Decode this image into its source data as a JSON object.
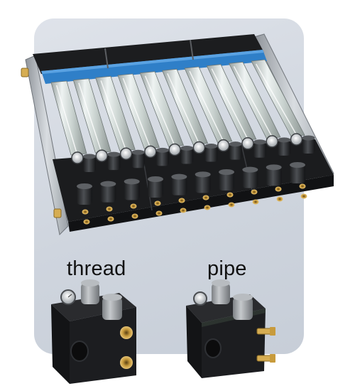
{
  "labels": {
    "thread": "thread",
    "pipe": "pipe"
  },
  "colors": {
    "panel": "#d2d8e0",
    "body_black": "#1b1c1e",
    "tube_blue": "#2f7fc8",
    "knob_gray": "#a5a9ad",
    "brass": "#c89b3c",
    "aluminium": "#b8bcc2"
  },
  "image_content": {
    "main_assembly": "flowmeter-manifold",
    "variants": [
      "thread-block",
      "pipe-block"
    ]
  }
}
